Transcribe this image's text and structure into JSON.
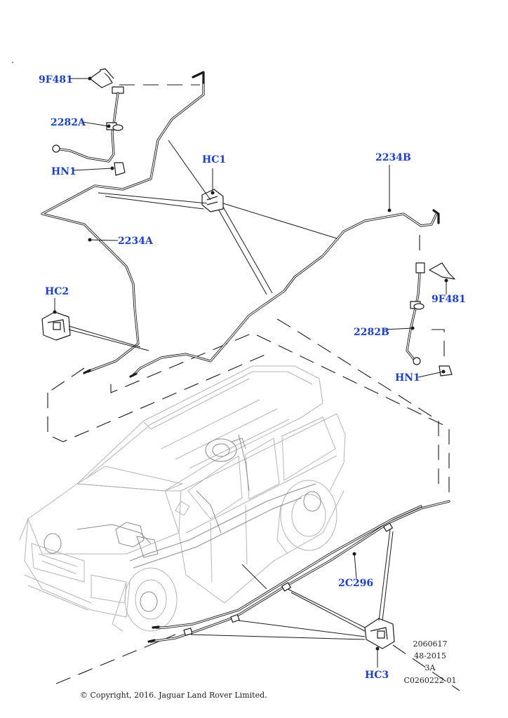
{
  "callouts": {
    "top_left_clip": "9F481",
    "front_left_hose": "2282A",
    "front_left_nut": "HN1",
    "clip_hc1": "HC1",
    "pipe_right": "2234B",
    "pipe_left": "2234A",
    "clip_hc2": "HC2",
    "right_clip": "9F481",
    "front_right_hose": "2282B",
    "front_right_nut": "HN1",
    "pipe_rear": "2C296",
    "clip_hc3": "HC3"
  },
  "metadata": {
    "line1": "2060617",
    "line2": "48-2015",
    "line3": "3A",
    "line4": "C0260222-01"
  },
  "copyright": "© Copyright, 2016. Jaguar Land Rover Limited.",
  "colors": {
    "callout": "#1a3fd6",
    "line": "#1a1a1a",
    "vehicle": "#b4b4b4"
  }
}
